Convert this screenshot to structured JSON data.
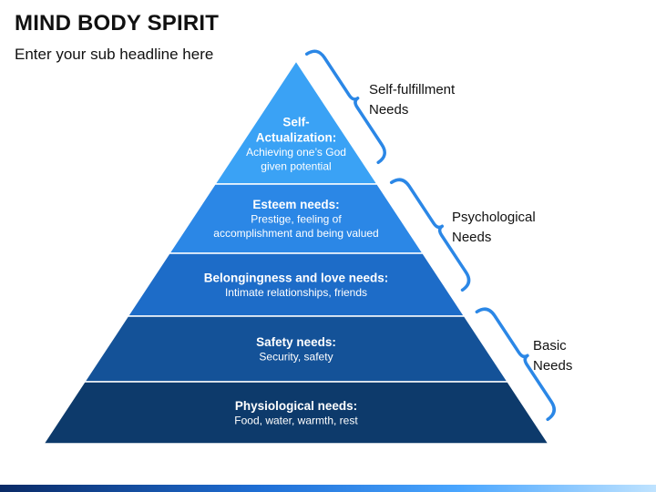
{
  "header": {
    "title": "MIND BODY SPIRIT",
    "subtitle": "Enter your sub headline here"
  },
  "colors": {
    "level1": "#3aa2f5",
    "level2": "#2b87e6",
    "level3": "#1d6cc8",
    "level4": "#145298",
    "level5": "#0d3a6b",
    "bracket": "#2b87e6"
  },
  "pyramid": {
    "levels": [
      {
        "title_lines": [
          "Self-",
          "Actualization:"
        ],
        "desc_lines": [
          "Achieving one’s God",
          "given potential"
        ]
      },
      {
        "title_lines": [
          "Esteem needs:"
        ],
        "desc_lines": [
          "Prestige, feeling of",
          "accomplishment and being valued"
        ]
      },
      {
        "title_lines": [
          "Belongingness and love needs:"
        ],
        "desc_lines": [
          "Intimate relationships, friends"
        ]
      },
      {
        "title_lines": [
          "Safety needs:"
        ],
        "desc_lines": [
          "Security, safety"
        ]
      },
      {
        "title_lines": [
          "Physiological needs:"
        ],
        "desc_lines": [
          "Food, water, warmth, rest"
        ]
      }
    ]
  },
  "brackets": [
    {
      "label_lines": [
        "Self-fulfillment",
        "Needs"
      ]
    },
    {
      "label_lines": [
        "Psychological",
        "Needs"
      ]
    },
    {
      "label_lines": [
        "Basic",
        "Needs"
      ]
    }
  ]
}
